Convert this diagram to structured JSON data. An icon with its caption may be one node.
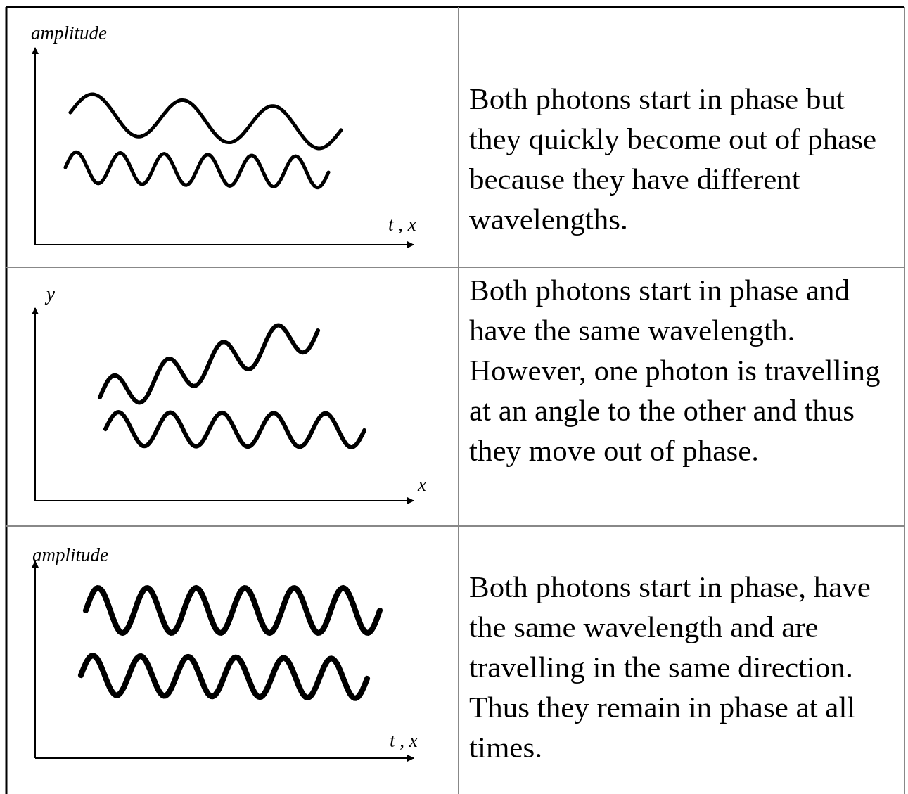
{
  "diagram": {
    "labels": [
      "amplitude",
      "t , x",
      "Both photons start in phase but they quickly become out of phase because they have different wavelengths.",
      "y",
      "x",
      "Both photons start in phase and have the same wavelength.  However, one photon is travelling at an angle to the other and thus they move out of phase.",
      "amplitude",
      "t , x",
      "Both photons start in phase, have the same wavelength and are travelling in the same direction.  Thus they remain in phase at all times."
    ]
  }
}
